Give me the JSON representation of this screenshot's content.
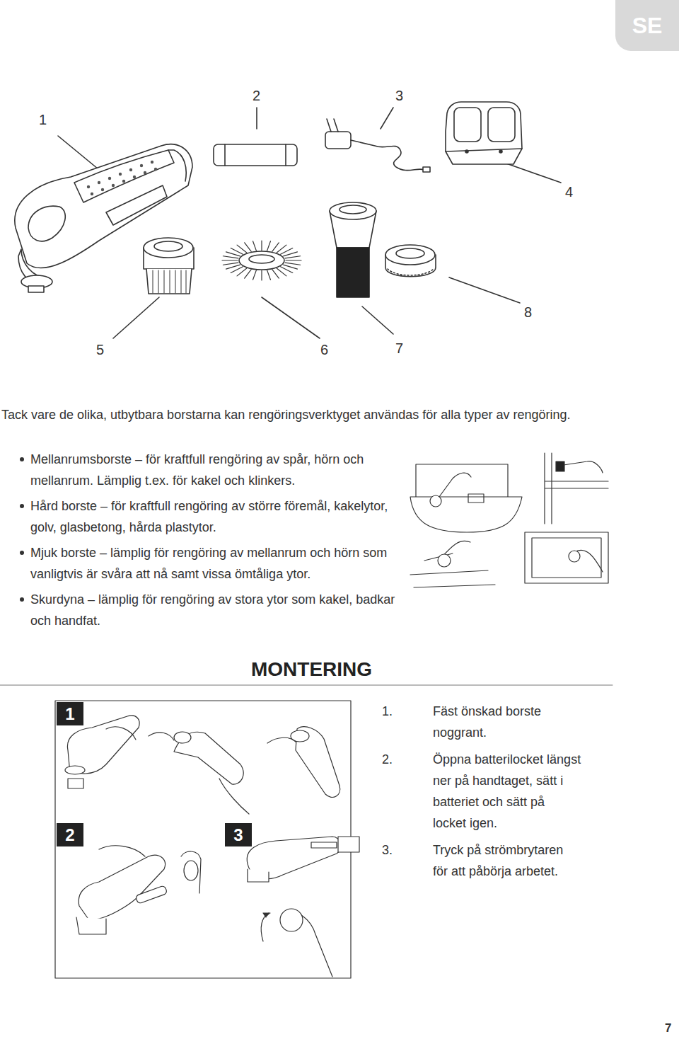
{
  "diagram": {
    "title": "MONTERING",
    "nodes": [
      {
        "text": [
          "SE"
        ]
      },
      {
        "text": [
          "1"
        ]
      },
      {
        "text": [
          "2"
        ]
      },
      {
        "text": [
          "3"
        ]
      }
    ],
    "labels": [
      "1",
      "2",
      "3",
      "4",
      "5",
      "6",
      "7",
      "8",
      "Tack vare de olika, utbytbara borstarna kan rengöringsverktyget användas för alla typer av rengöring.",
      "Mellanrumsborste – för kraftfull rengöring av spår, hörn och mellanrum. Lämplig t.ex. för kakel och klinkers.",
      "Hård borste – för kraftfull rengöring av större föremål, kakelytor, golv, glasbetong, hårda plastytor.",
      "Mjuk borste – lämplig för rengöring av mellanrum och hörn som vanligtvis är svåra att nå samt vissa ömtåliga ytor.",
      "Skurdyna – lämplig för rengöring av stora ytor som kakel, badkar och handfat.",
      "1.",
      "Fäst önskad borste noggrant.",
      "2.",
      "Öppna batterilocket längst ner på handtaget, sätt i batteriet och sätt på locket igen.",
      "3.",
      "Tryck på strömbrytaren för att påbörja arbetet.",
      "7"
    ]
  }
}
